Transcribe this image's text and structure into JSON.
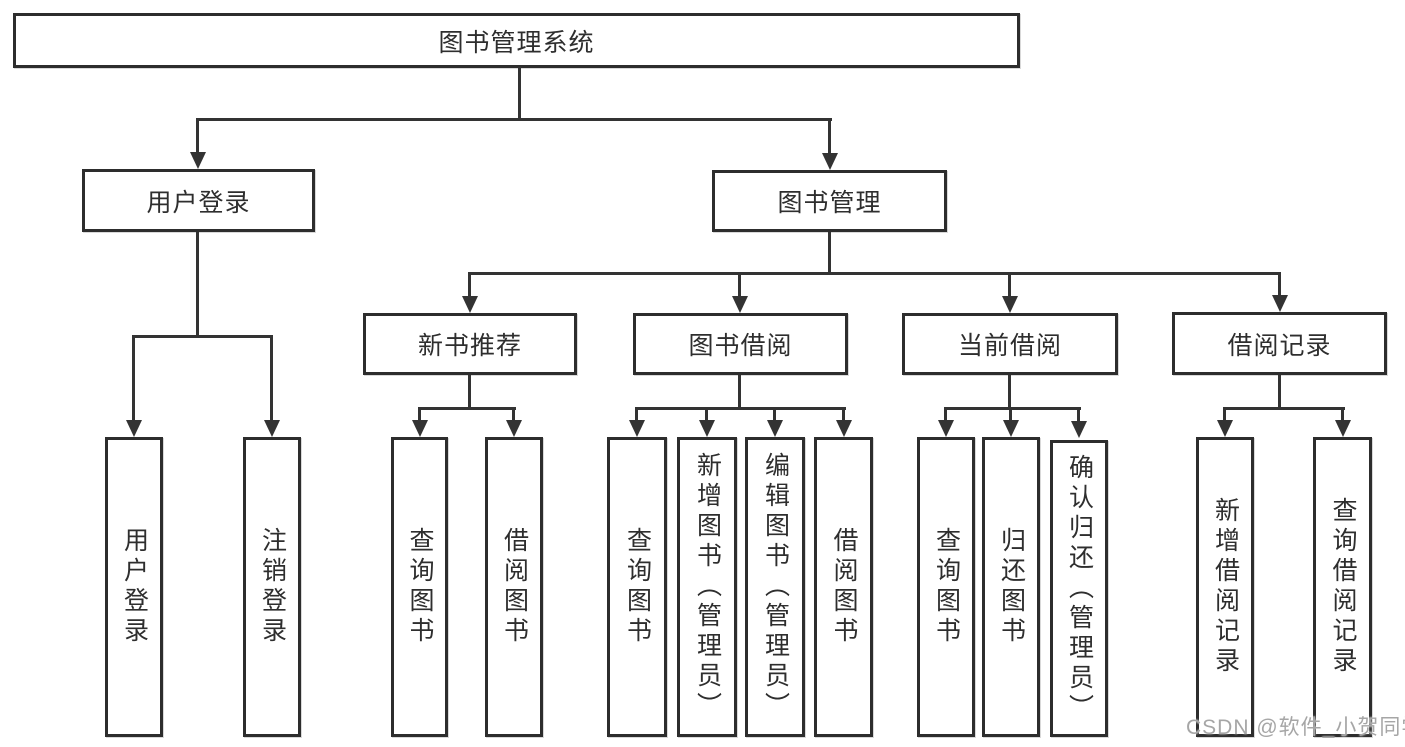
{
  "diagram": {
    "title_node": "图书管理系统",
    "colors": {
      "line": "#333333",
      "box_border": "#2d2d2d",
      "text": "#2e2e2e",
      "watermark_text_color": "#a6a6a6",
      "background": "#ffffff"
    },
    "nodes": {
      "root": "图书管理系统",
      "user_login": "用户登录",
      "book_mgmt": "图书管理",
      "new_books": "新书推荐",
      "book_borrow": "图书借阅",
      "current_borrow": "当前借阅",
      "borrow_records": "借阅记录",
      "user_login_children": [
        "用户登录",
        "注销登录"
      ],
      "new_books_children": [
        "查询图书",
        "借阅图书"
      ],
      "book_borrow_children": [
        "查询图书",
        "新增图书（管理员）",
        "编辑图书（管理员）",
        "借阅图书"
      ],
      "current_borrow_children": [
        "查询图书",
        "归还图书",
        "确认归还（管理员）"
      ],
      "borrow_records_children": [
        "新增借阅记录",
        "查询借阅记录"
      ]
    },
    "watermark": "CSDN @软件_小贺同学"
  }
}
